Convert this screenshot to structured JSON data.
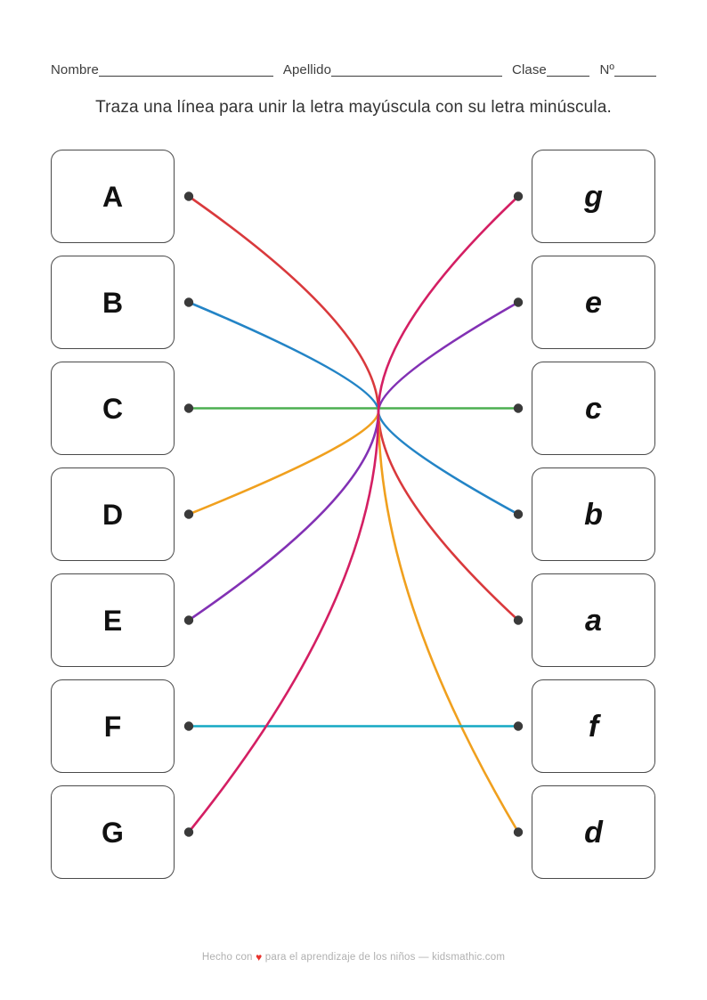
{
  "header": {
    "fields": [
      {
        "label": "Nombre",
        "value": ""
      },
      {
        "label": "Apellido",
        "value": ""
      },
      {
        "label": "Clase",
        "value": ""
      },
      {
        "label": "Nº",
        "value": ""
      }
    ]
  },
  "instruction": "Traza una línea para unir la letra mayúscula con su letra minúscula.",
  "exercise": {
    "left_column": [
      {
        "letter": "A"
      },
      {
        "letter": "B"
      },
      {
        "letter": "C"
      },
      {
        "letter": "D"
      },
      {
        "letter": "E"
      },
      {
        "letter": "F"
      },
      {
        "letter": "G"
      }
    ],
    "right_column": [
      {
        "letter": "g"
      },
      {
        "letter": "e"
      },
      {
        "letter": "c"
      },
      {
        "letter": "b"
      },
      {
        "letter": "a"
      },
      {
        "letter": "f"
      },
      {
        "letter": "d"
      }
    ],
    "connections": [
      {
        "from": "A",
        "to": "a",
        "from_index": 0,
        "to_index": 4,
        "color": "#d9393c"
      },
      {
        "from": "B",
        "to": "b",
        "from_index": 1,
        "to_index": 3,
        "color": "#2384c6"
      },
      {
        "from": "C",
        "to": "c",
        "from_index": 2,
        "to_index": 2,
        "color": "#4caf50"
      },
      {
        "from": "D",
        "to": "d",
        "from_index": 3,
        "to_index": 6,
        "color": "#f0a01e"
      },
      {
        "from": "E",
        "to": "e",
        "from_index": 4,
        "to_index": 1,
        "color": "#8231b4"
      },
      {
        "from": "F",
        "to": "f",
        "from_index": 5,
        "to_index": 5,
        "color": "#15a8c3"
      },
      {
        "from": "G",
        "to": "g",
        "from_index": 6,
        "to_index": 0,
        "color": "#d41f63"
      }
    ],
    "dot_color": "#3a3a3a"
  },
  "footer": {
    "text_before": "Hecho con",
    "heart": "♥",
    "text_after": "para el aprendizaje de los niños — kidsmathic.com"
  }
}
